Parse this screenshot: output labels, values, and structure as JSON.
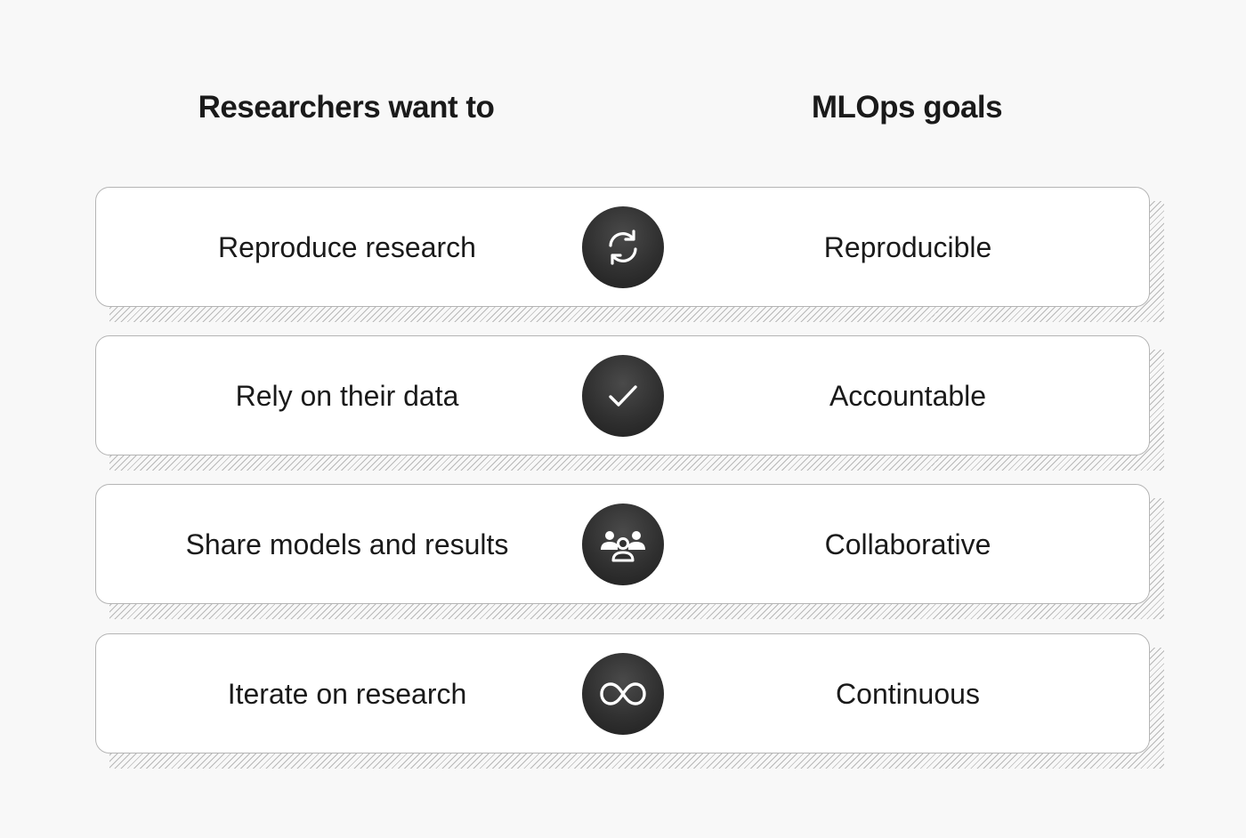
{
  "headers": {
    "left": "Researchers want to",
    "right": "MLOps goals"
  },
  "rows": [
    {
      "want": "Reproduce research",
      "icon": "refresh-icon",
      "goal": "Reproducible"
    },
    {
      "want": "Rely on their data",
      "icon": "check-icon",
      "goal": "Accountable"
    },
    {
      "want": "Share models and results",
      "icon": "people-group-icon",
      "goal": "Collaborative"
    },
    {
      "want": "Iterate on research",
      "icon": "infinity-icon",
      "goal": "Continuous"
    }
  ],
  "colors": {
    "background": "#f8f8f8",
    "card": "#ffffff",
    "card_border": "#b5b5b5",
    "icon_circle": "#303030",
    "icon_glyph": "#ffffff",
    "text": "#1a1a1a"
  }
}
